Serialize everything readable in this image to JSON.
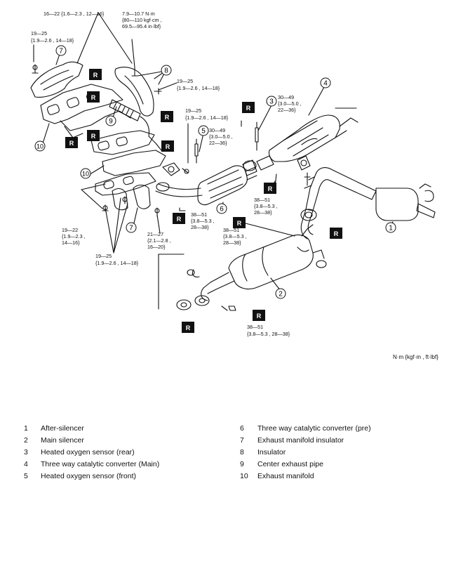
{
  "callouts": [
    "1",
    "2",
    "3",
    "4",
    "5",
    "6",
    "7",
    "7",
    "8",
    "9",
    "10",
    "10"
  ],
  "r_label": "R",
  "torques": [
    [
      "16—22 {1.6—2.3 , 12—16}"
    ],
    [
      "7.9—10.7 N·m",
      "{80—110 kgf·cm ,",
      "69.5—95.4 in·lbf}"
    ],
    [
      "19—25",
      "{1.9—2.6 , 14—18}"
    ],
    [
      "19—25",
      "{1.9—2.6 , 14—18}"
    ],
    [
      "19—25",
      "{1.9—2.6 , 14—18}"
    ],
    [
      "30—49",
      "{3.0—5.0 ,",
      "22—36}"
    ],
    [
      "30—49",
      "{3.0—5.0 ,",
      "22—36}"
    ],
    [
      "38—51",
      "{3.8—5.3 ,",
      "28—38}"
    ],
    [
      "38—51",
      "{3.8—5.3 ,",
      "28—38}"
    ],
    [
      "38—51",
      "{3.8—5.3 ,",
      "28—38}"
    ],
    [
      "21—27",
      "{2.1—2.8 ,",
      "16—20}"
    ],
    [
      "19—22",
      "{1.9—2.3 ,",
      "14—16}"
    ],
    [
      "19—25",
      "{1.9—2.6 , 14—18}"
    ],
    [
      "38—51",
      "{3.8—5.3 , 28—38}"
    ]
  ],
  "units_note": "N·m {kgf·m , ft·lbf}",
  "legend_left": [
    {
      "num": "1",
      "label": "After-silencer"
    },
    {
      "num": "2",
      "label": "Main silencer"
    },
    {
      "num": "3",
      "label": "Heated oxygen sensor (rear)"
    },
    {
      "num": "4",
      "label": "Three way catalytic converter (Main)"
    },
    {
      "num": "5",
      "label": "Heated oxygen sensor (front)"
    }
  ],
  "legend_right": [
    {
      "num": "6",
      "label": "Three way catalytic converter (pre)"
    },
    {
      "num": "7",
      "label": "Exhaust manifold insulator"
    },
    {
      "num": "8",
      "label": "Insulator"
    },
    {
      "num": "9",
      "label": "Center exhaust pipe"
    },
    {
      "num": "10",
      "label": "Exhaust manifold"
    }
  ]
}
